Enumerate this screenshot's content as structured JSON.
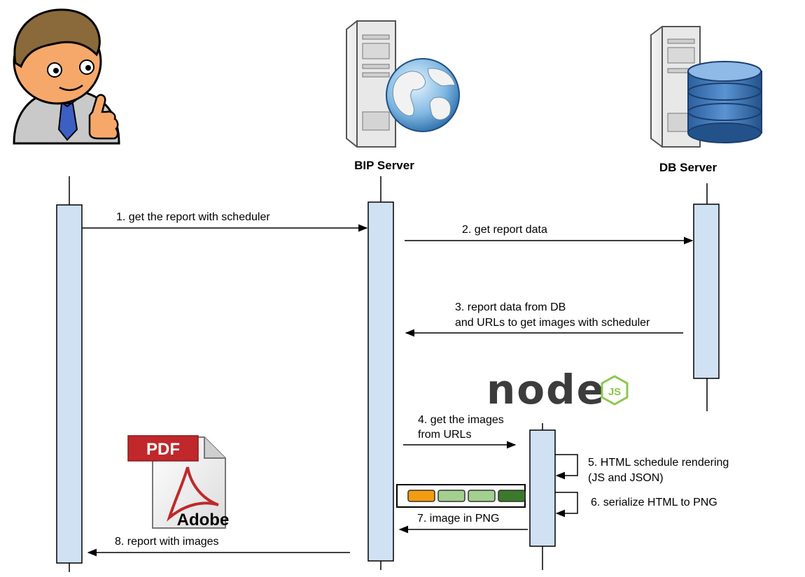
{
  "participants": {
    "user": {
      "label": "",
      "icon": "user-thumbs-up-icon"
    },
    "bip": {
      "label": "BIP Server",
      "icon": "web-server-globe-icon"
    },
    "db": {
      "label": "DB Server",
      "icon": "database-server-icon"
    },
    "node": {
      "label": "",
      "icon": "nodejs-logo-icon"
    }
  },
  "logos": {
    "nodejs": {
      "word": "node",
      "badge": "JS"
    },
    "pdf": {
      "badge": "PDF",
      "brand": "Adobe"
    }
  },
  "messages": {
    "m1": "1. get the report with scheduler",
    "m2": "2. get report data",
    "m3_line1": "3. report data  from DB",
    "m3_line2": "and URLs to get images with scheduler",
    "m4_line1": "4. get the images",
    "m4_line2": "from URLs",
    "m5_line1": "5. HTML schedule rendering",
    "m5_line2": "(JS and JSON)",
    "m6": "6. serialize HTML to PNG",
    "m7": "7. image in PNG",
    "m8": "8. report with images"
  },
  "png_strip": {
    "cells": [
      "#f39c12",
      "#a3cf8f",
      "#a3cf8f",
      "#3b7a2a"
    ]
  },
  "colors": {
    "activation_fill": "#cfe1f3",
    "nodejs_green": "#8cc84b",
    "pdf_red": "#c0282b"
  }
}
